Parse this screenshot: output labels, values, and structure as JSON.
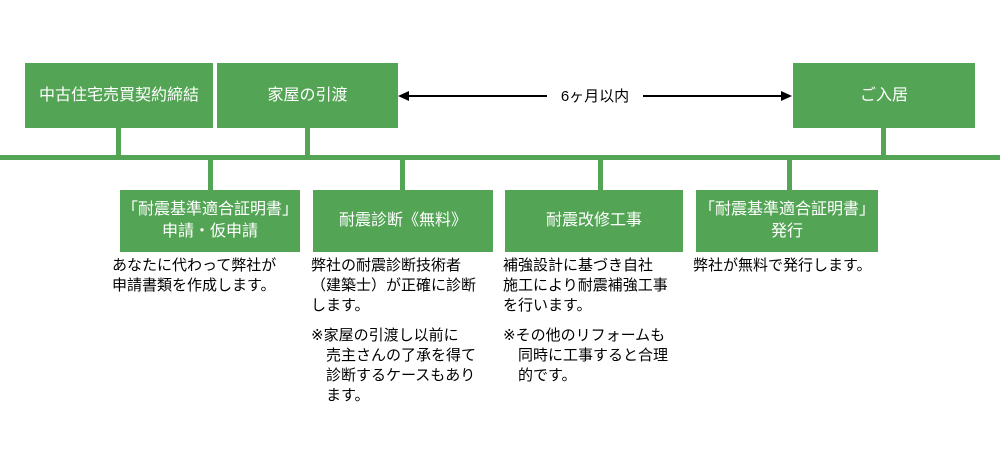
{
  "colors": {
    "green": "#53A555",
    "ink": "#000000",
    "box_text": "#FFFFFF"
  },
  "top_row": {
    "boxes": [
      {
        "label": "中古住宅売買契約締結"
      },
      {
        "label": "家屋の引渡"
      },
      {
        "label": "ご入居"
      }
    ],
    "arrow_label": "6ヶ月以内"
  },
  "steps": [
    {
      "title": "「耐震基準適合証明書」\n申請・仮申請",
      "paragraphs": [
        "あなたに代わって弊社が\n申請書類を作成します。"
      ]
    },
    {
      "title": "耐震診断《無料》",
      "paragraphs": [
        "弊社の耐震診断技術者\n（建築士）が正確に診断\nします。",
        "※家屋の引渡し以前に\n売主さんの了承を得て\n診断するケースもあり\nます。"
      ]
    },
    {
      "title": "耐震改修工事",
      "paragraphs": [
        "補強設計に基づき自社\n施工により耐震補強工事\nを行います。",
        "※その他のリフォームも\n同時に工事すると合理\n的です。"
      ]
    },
    {
      "title": "「耐震基準適合証明書」\n発行",
      "paragraphs": [
        "弊社が無料で発行します。"
      ]
    }
  ]
}
